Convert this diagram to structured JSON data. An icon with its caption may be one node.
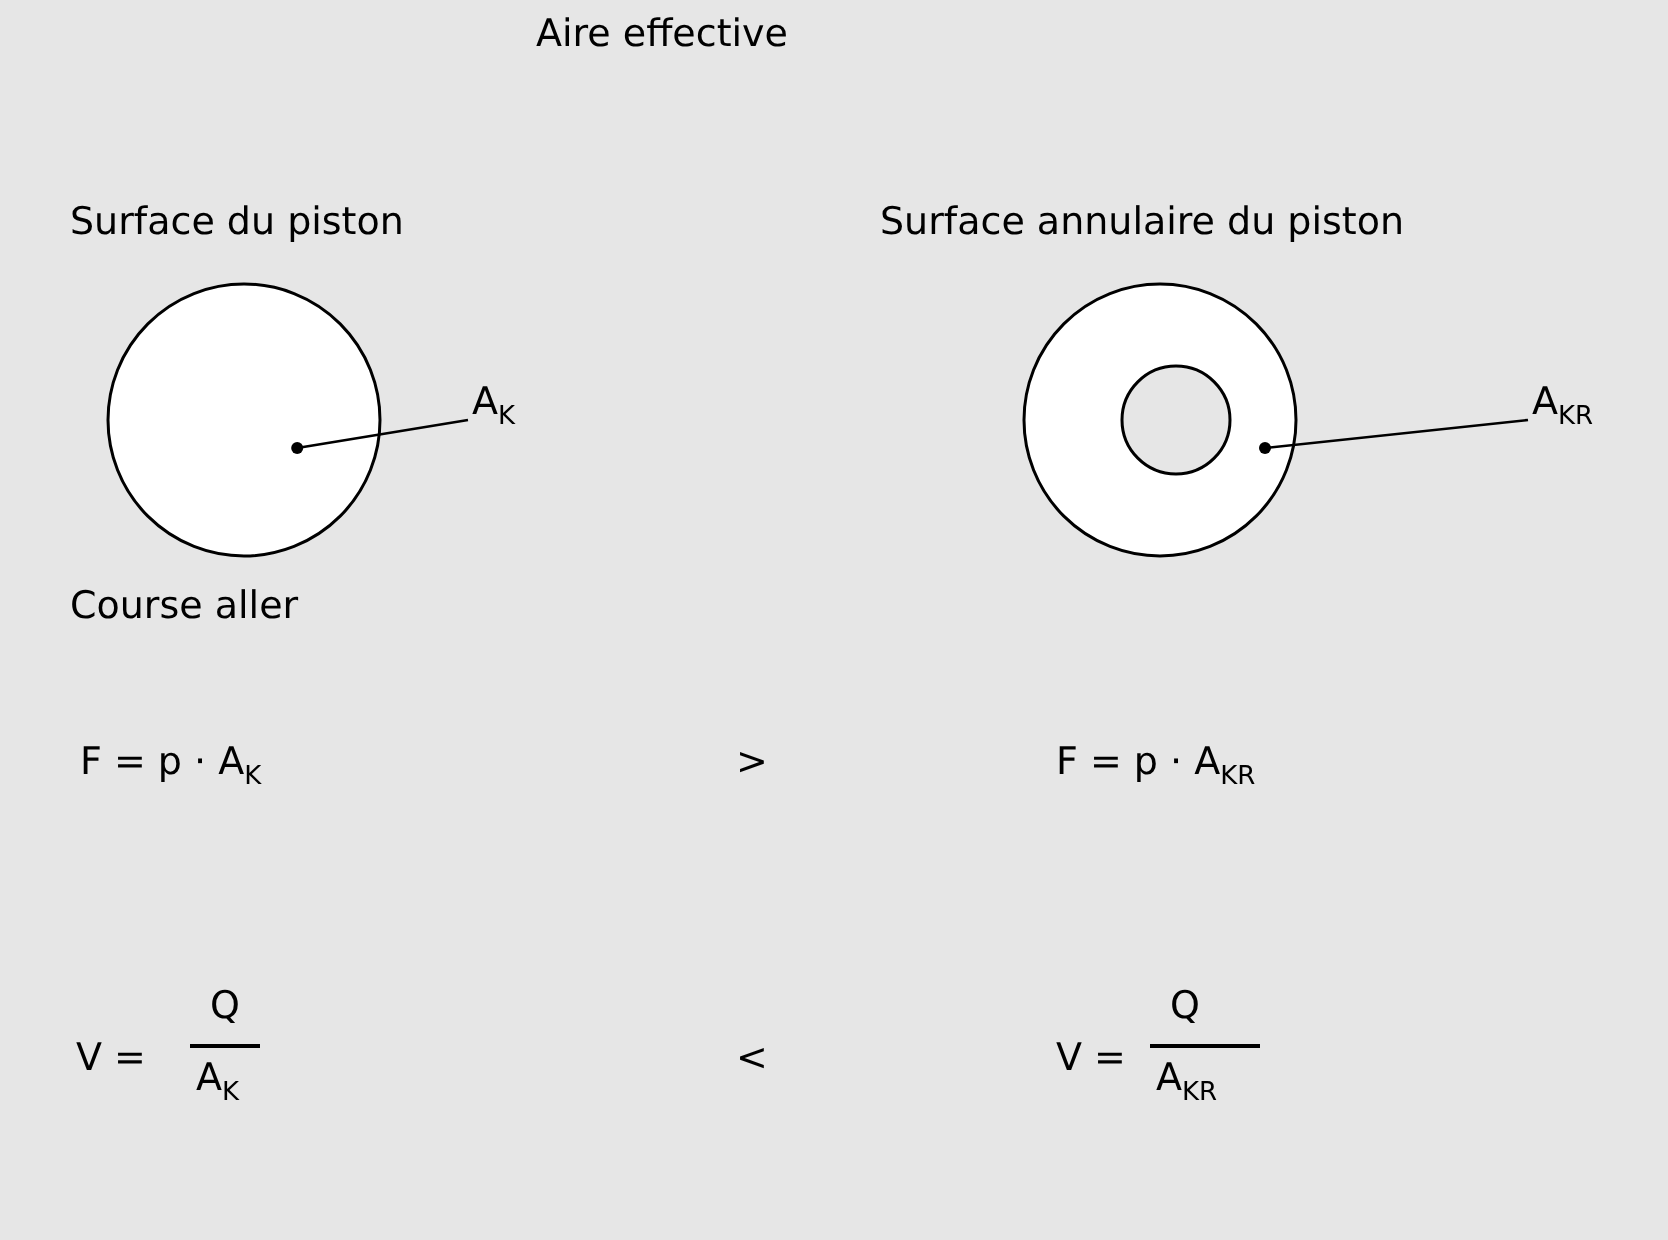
{
  "diagram": {
    "title": "Aire effective",
    "nodes": [
      {
        "text": [
          "Surface du piston"
        ]
      },
      {
        "text": [
          "A$_{K}$"
        ]
      },
      {
        "text": [
          "Surface annulaire du piston"
        ]
      },
      {
        "text": [],
        "shape": "circle",
        "in": 2
      },
      {
        "text": [
          "A$_{KR}$"
        ]
      }
    ],
    "edges": [
      {
        "from": 1,
        "to": 0,
        "arrow": "other"
      },
      {
        "from": 4,
        "to": 2,
        "arrow": "other"
      }
    ],
    "labels": [
      "Course aller",
      "F = p · A$_{K}$",
      ">",
      "F = p · A$_{KR}$",
      "V =",
      "Q",
      "A$_{K}$",
      "<",
      "V =",
      "Q",
      "A$_{KR}$"
    ]
  }
}
